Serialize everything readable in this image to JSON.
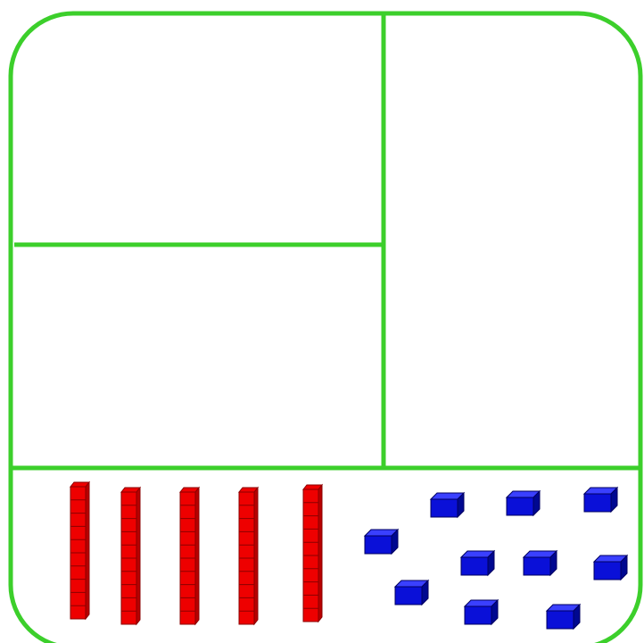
{
  "diagram": {
    "type": "place-value-mat",
    "colors": {
      "frame": "#3ccf2b",
      "ten_rod": "#ee0000",
      "ten_rod_dark": "#8a0000",
      "ten_rod_side": "#b80000",
      "unit_cube": "#0a10d8",
      "unit_cube_top": "#3a40ff",
      "unit_cube_side": "#000890",
      "background": "#ffffff"
    },
    "regions": [
      "upper-left-box",
      "lower-left-box",
      "right-box",
      "manipulatives-tray"
    ],
    "ten_rods": {
      "count": 5,
      "cubes_per_rod": 10
    },
    "unit_cubes": {
      "count": 10
    },
    "icons": [
      "ten-rod-icon",
      "unit-cube-icon"
    ]
  }
}
